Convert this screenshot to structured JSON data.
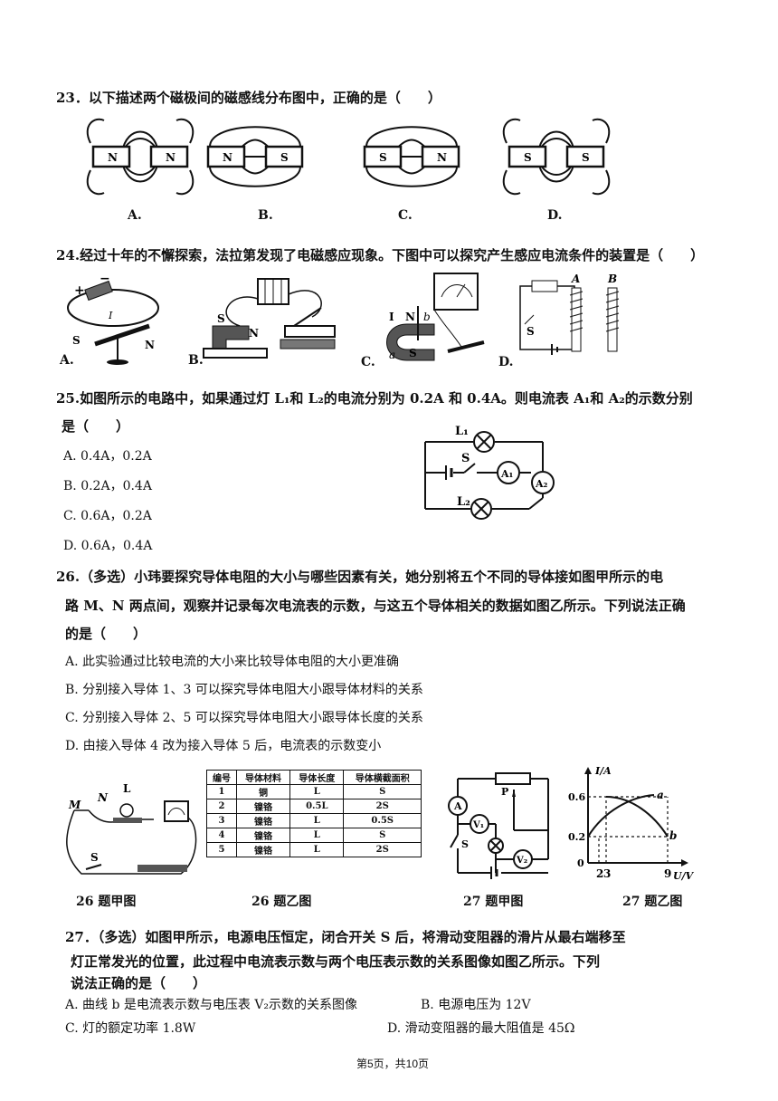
{
  "q23": {
    "stem": "23．以下描述两个磁极间的磁感线分布图中，正确的是（　　）",
    "options": [
      "A.",
      "B.",
      "C.",
      "D."
    ],
    "poles": [
      [
        "N",
        "N"
      ],
      [
        "N",
        "S"
      ],
      [
        "S",
        "N"
      ],
      [
        "S",
        "S"
      ]
    ]
  },
  "q24": {
    "stem": "24.经过十年的不懈探索，法拉第发现了电磁感应现象。下图中可以探究产生感应电流条件的装置是（　　）",
    "options": [
      "A.",
      "B.",
      "C.",
      "D."
    ],
    "fig_labels": {
      "a_I": "I",
      "a_S": "S",
      "a_N": "N",
      "b_S": "S",
      "b_N": "N",
      "c_I": "I",
      "c_N": "N",
      "c_b": "b",
      "c_a": "a",
      "c_S": "S",
      "d_A": "A",
      "d_B": "B",
      "d_S": "S"
    }
  },
  "q25": {
    "stem1": "25.如图所示的电路中，如果通过灯 L₁和 L₂的电流分别为 0.2A 和 0.4A。则电流表 A₁和 A₂的示数分别",
    "stem2": "是（　　）",
    "options": [
      "A. 0.4A，0.2A",
      "B. 0.2A，0.4A",
      "C. 0.6A，0.2A",
      "D. 0.6A，0.4A"
    ],
    "fig_labels": {
      "L1": "L₁",
      "L2": "L₂",
      "S": "S",
      "A1": "A₁",
      "A2": "A₂"
    }
  },
  "q26": {
    "stem1": "26.（多选）小玮要探究导体电阻的大小与哪些因素有关，她分别将五个不同的导体接如图甲所示的电",
    "stem2": "路 M、N 两点间，观察并记录每次电流表的示数，与这五个导体相关的数据如图乙所示。下列说法正确",
    "stem3": "的是（　　）",
    "options": [
      "A. 此实验通过比较电流的大小来比较导体电阻的大小更准确",
      "B. 分别接入导体 1、3 可以探究导体电阻大小跟导体材料的关系",
      "C. 分别接入导体 2、5 可以探究导体电阻大小跟导体长度的关系",
      "D. 由接入导体 4 改为接入导体 5 后，电流表的示数变小"
    ],
    "table": {
      "headers": [
        "编号",
        "导体材料",
        "导体长度",
        "导体横截面积"
      ],
      "rows": [
        [
          "1",
          "铜",
          "L",
          "S"
        ],
        [
          "2",
          "镍铬",
          "0.5L",
          "2S"
        ],
        [
          "3",
          "镍铬",
          "L",
          "0.5S"
        ],
        [
          "4",
          "镍铬",
          "L",
          "S"
        ],
        [
          "5",
          "镍铬",
          "L",
          "2S"
        ]
      ]
    },
    "fig_labels": {
      "M": "M",
      "N": "N",
      "L": "L",
      "S": "S"
    },
    "caption_jia": "26 题甲图",
    "caption_yi": "26 题乙图"
  },
  "q27": {
    "stem1": "27．（多选）如图甲所示，电源电压恒定，闭合开关 S 后，将滑动变阻器的滑片从最右端移至",
    "stem2": "灯正常发光的位置，此过程中电流表示数与两个电压表示数的关系图像如图乙所示。下列",
    "stem3": "说法正确的是（　　）",
    "options": [
      "A. 曲线 b 是电流表示数与电压表 V₂示数的关系图像",
      "B. 电源电压为 12V",
      "C. 灯的额定功率 1.8W",
      "D. 滑动变阻器的最大阻值是 45Ω"
    ],
    "fig_labels": {
      "A": "A",
      "V1": "V₁",
      "V2": "V₂",
      "P": "P",
      "S": "S"
    },
    "graph": {
      "ylabel": "I/A",
      "xlabel": "U/V",
      "yticks": [
        "0.6",
        "0.2",
        "0"
      ],
      "xticks": [
        "2",
        "3",
        "9"
      ],
      "curve_a": "a",
      "curve_b": "b"
    },
    "caption_jia": "27 题甲图",
    "caption_yi": "27 题乙图"
  },
  "footer": "第5页，共10页"
}
